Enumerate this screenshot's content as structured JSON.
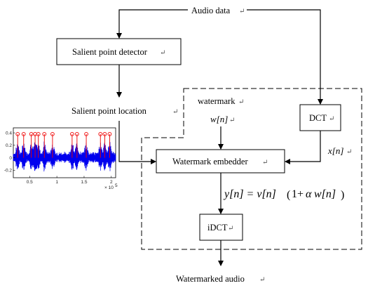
{
  "diagram": {
    "input_label": "Audio data",
    "salient_detector_label": "Salient point detector",
    "salient_location_label": "Salient point location",
    "watermark_label": "watermark",
    "watermark_var": "w[n]",
    "dct_label": "DCT",
    "dct_output_var": "x[n]",
    "embedder_label": "Watermark embedder",
    "equation": {
      "lhs": "y[n] = v[n]",
      "paren_open": "(",
      "one_plus": "1+",
      "alpha": "α",
      "w_term": "w[n]",
      "paren_close": ")"
    },
    "idct_label": "iDCT",
    "output_label": "Watermarked audio",
    "return_mark": "↵"
  },
  "chart_data": {
    "type": "line",
    "x_ticks": [
      "0.5",
      "1",
      "1.5",
      "2"
    ],
    "x_tick_values": [
      0.5,
      1.0,
      1.5,
      2.0
    ],
    "x_exponent": "× 10",
    "x_exponent_power": "5",
    "y_ticks": [
      "0.4",
      "0.2",
      "0",
      "-0.2"
    ],
    "y_tick_values": [
      0.4,
      0.2,
      0.0,
      -0.2
    ],
    "xlim": [
      0.2,
      2.08
    ],
    "ylim": [
      -0.32,
      0.48
    ],
    "salient_points_x": [
      0.28,
      0.39,
      0.53,
      0.6,
      0.66,
      0.77,
      0.92,
      1.28,
      1.37,
      1.54,
      1.8,
      1.88,
      1.97
    ],
    "salient_marker_y": 0.38,
    "colors": {
      "signal": "#0000ee",
      "marker": "#ee0000"
    }
  }
}
